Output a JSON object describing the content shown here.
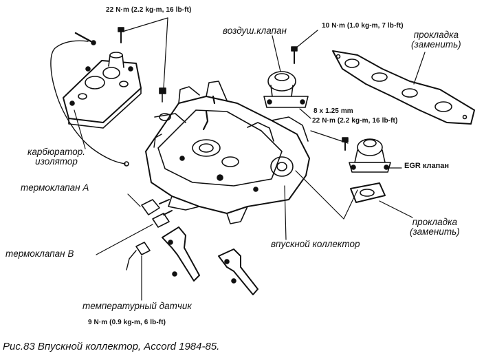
{
  "torque_specs": {
    "top_carb": "22 N·m (2.2 kg-m, 16 lb-ft)",
    "air_valve": "10 N·m (1.0 kg-m, 7 lb-ft)",
    "bolt_size": "8 x 1.25 mm",
    "egr_bolt": "22 N·m (2.2 kg-m, 16 lb-ft)",
    "temp_sensor": "9 N·m (0.9 kg-m, 6 lb-ft)"
  },
  "labels": {
    "air_valve": "воздуш.клапан",
    "gasket_top": [
      "прокладка",
      "(заменить)"
    ],
    "carb_insulator": [
      "карбюратор.",
      "изолятор"
    ],
    "egr_valve": "EGR клапан",
    "thermovalve_a": "термоклапан A",
    "thermovalve_b": "термоклапан B",
    "gasket_bottom": [
      "прокладка",
      "(заменить)"
    ],
    "intake_manifold": "впускной коллектор",
    "temp_sensor": "температурный датчик"
  },
  "caption": "Рис.83  Впускной коллектор, Accord 1984-85."
}
